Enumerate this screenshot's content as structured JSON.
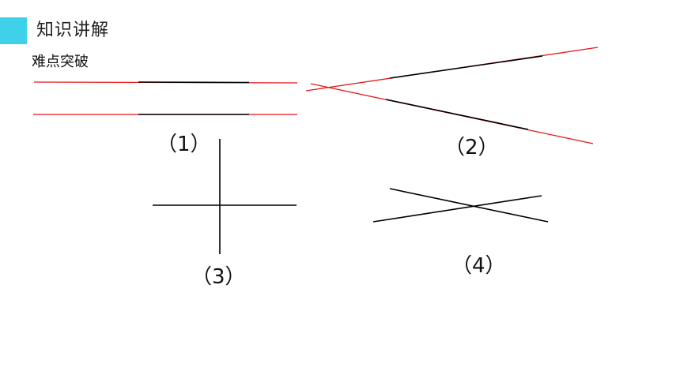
{
  "header": {
    "title": "知识讲解",
    "subtitle": "难点突破"
  },
  "figures": [
    {
      "id": "1",
      "label": "（1）",
      "description": "two parallel lines (segments extended as red lines)"
    },
    {
      "id": "2",
      "label": "（2）",
      "description": "two intersecting lines (segments extended as red lines)"
    },
    {
      "id": "3",
      "label": "（3）",
      "description": "two perpendicular lines"
    },
    {
      "id": "4",
      "label": "（4）",
      "description": "two intersecting lines"
    }
  ],
  "colors": {
    "accent": "#3fd0ea",
    "extension_line": "#e8141b",
    "segment": "#000000"
  }
}
